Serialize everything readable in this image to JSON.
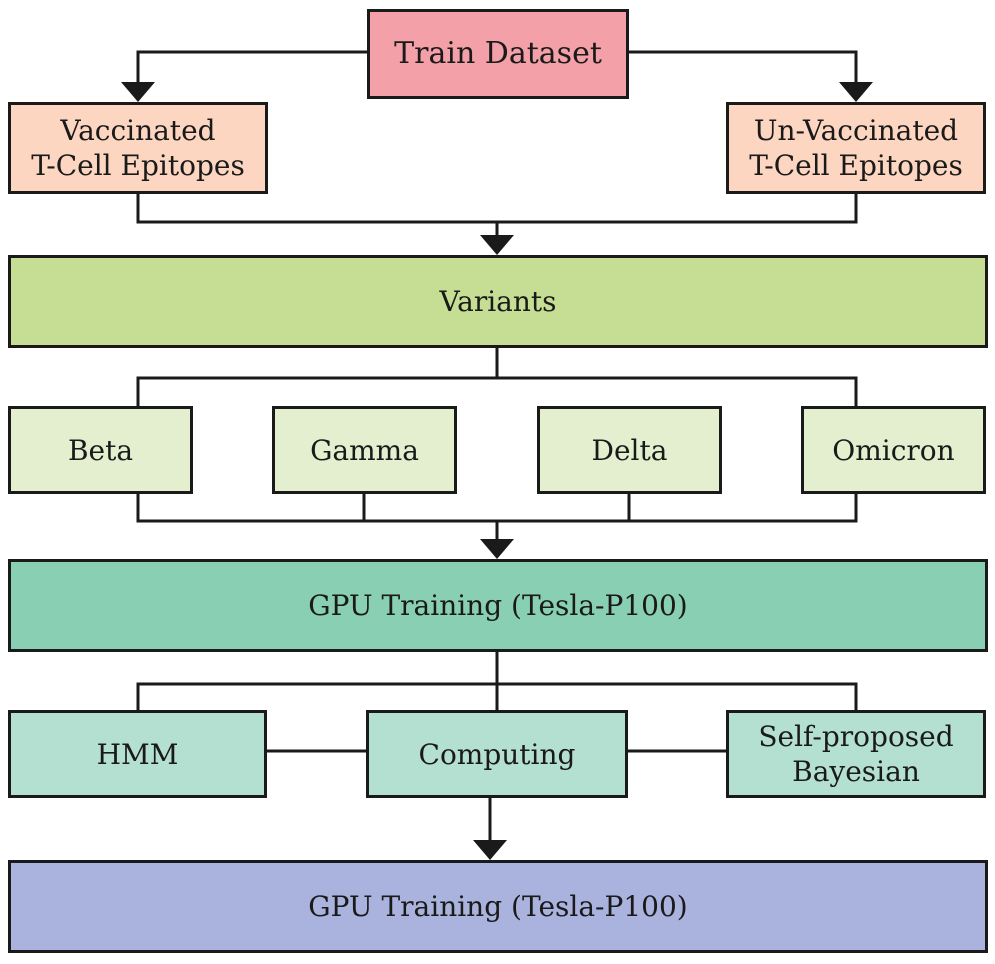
{
  "colors": {
    "train": "#f4a0a8",
    "epitope": "#fcd6c0",
    "variants": "#c6de94",
    "variant_item": "#e3efcf",
    "gpu": "#88cfb4",
    "method": "#b4e0d2",
    "final": "#aab2de",
    "line": "#1a1a1a"
  },
  "nodes": {
    "train": "Train Dataset",
    "vaccinated": "Vaccinated\nT-Cell Epitopes",
    "unvaccinated": "Un-Vaccinated\nT-Cell Epitopes",
    "variants": "Variants",
    "beta": "Beta",
    "gamma": "Gamma",
    "delta": "Delta",
    "omicron": "Omicron",
    "gpu_training": "GPU Training (Tesla-P100)",
    "hmm": "HMM",
    "computing": "Computing",
    "bayesian": "Self-proposed\nBayesian",
    "final": "GPU Training (Tesla-P100)"
  }
}
